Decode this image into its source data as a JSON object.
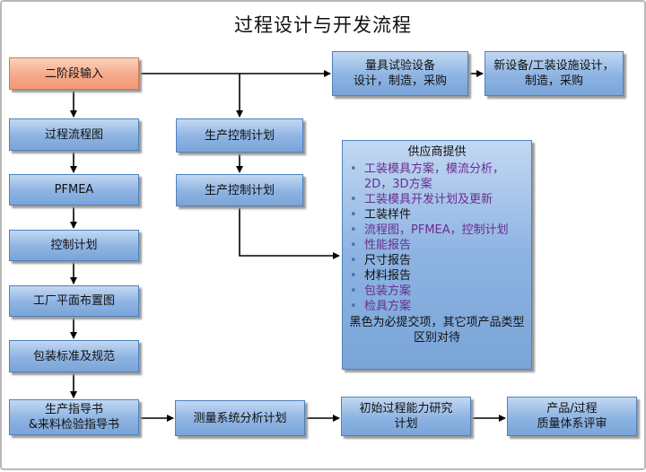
{
  "title": "过程设计与开发流程",
  "boxes": {
    "stage2_input": "二阶段输入",
    "process_flow": "过程流程图",
    "pfmea": "PFMEA",
    "control_plan": "控制计划",
    "floor_plan": "工厂平面布置图",
    "packaging": "包装标准及规范",
    "instructions_line1": "生产指导书",
    "instructions_line2": "&来料检验指导书",
    "gauge_line1": "量具试验设备",
    "gauge_line2": "设计，制造，采购",
    "new_equip_line1": "新设备/工装设施设计，",
    "new_equip_line2": "制造，采购",
    "prod_control_1": "生产控制计划",
    "prod_control_2": "生产控制计划",
    "msa_plan": "测量系统分析计划",
    "capability_line1": "初始过程能力研究",
    "capability_line2": "计划",
    "review_line1": "产品/过程",
    "review_line2": "质量体系评审"
  },
  "supplier": {
    "title": "供应商提供",
    "items": [
      {
        "text": "工装模具方案，模流分析，2D，3D方案",
        "color": "purple"
      },
      {
        "text": "工装模具开发计划及更新",
        "color": "purple"
      },
      {
        "text": "工装样件",
        "color": "black"
      },
      {
        "text": "流程图，PFMEA，控制计划",
        "color": "purple"
      },
      {
        "text": "性能报告",
        "color": "purple"
      },
      {
        "text": "尺寸报告",
        "color": "black"
      },
      {
        "text": "材料报告",
        "color": "black"
      },
      {
        "text": "包装方案",
        "color": "purple"
      },
      {
        "text": "检具方案",
        "color": "purple"
      }
    ],
    "note": "黑色为必提交项，其它项产品类型区别对待"
  },
  "colors": {
    "box_fill": "#8db3e2",
    "box_border": "#4f81bd",
    "input_fill": "#f6a98a",
    "purple_text": "#6b2d8f"
  }
}
